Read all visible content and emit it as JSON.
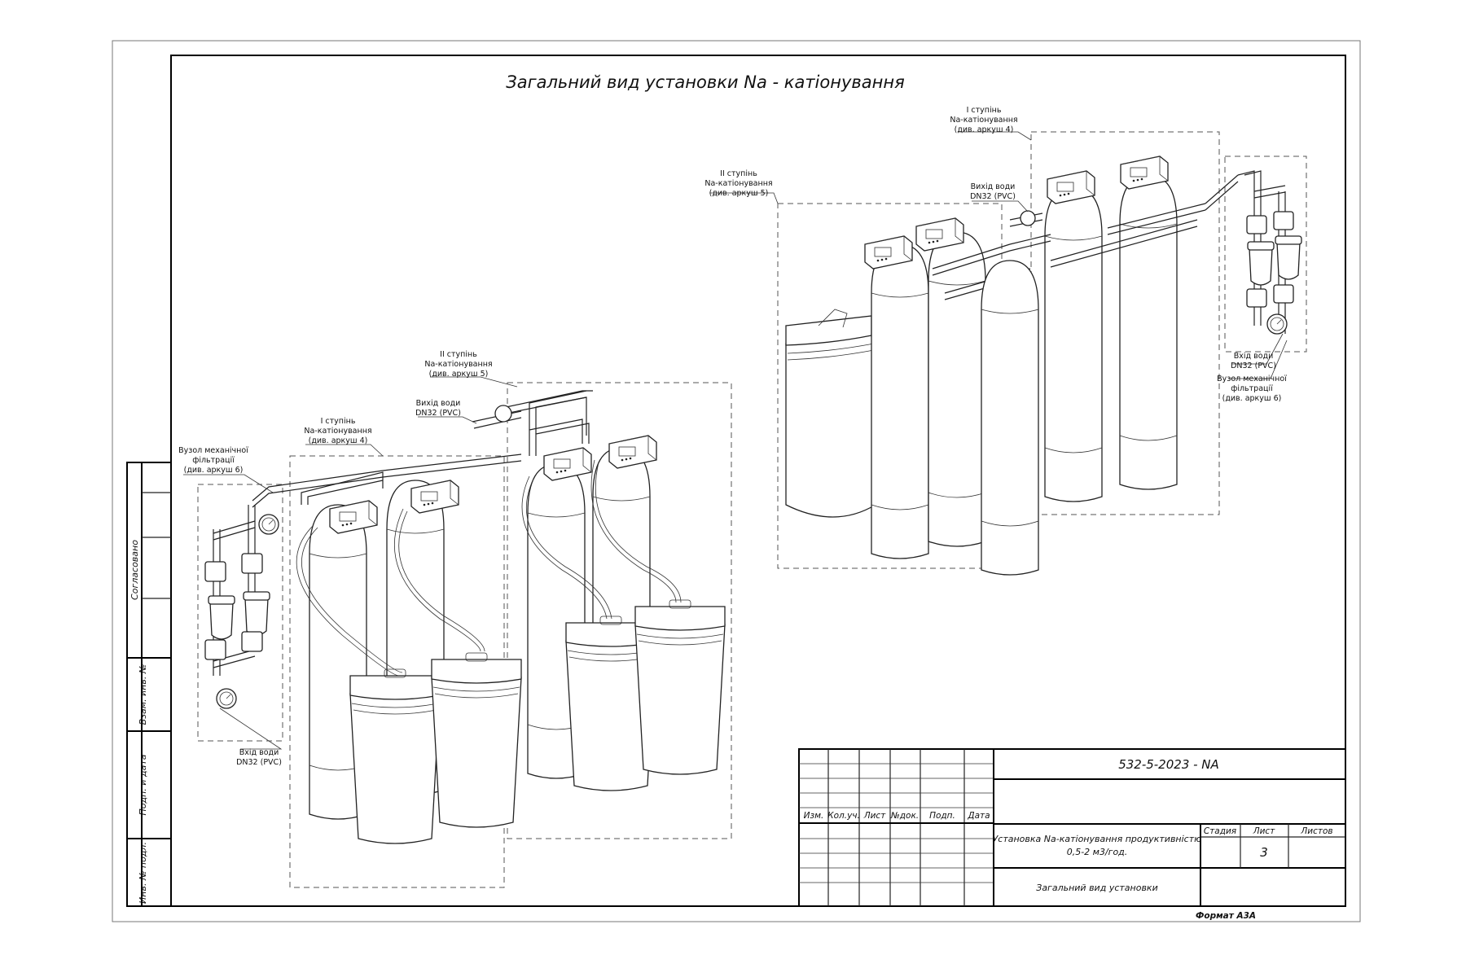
{
  "drawing_title": "Загальний вид установки Na - катіонування",
  "callouts": {
    "left_mech_filter": [
      "Вузол механічної",
      "фільтрації",
      "(див. аркуш 6)"
    ],
    "left_stage1": [
      "I ступінь",
      "Na-катіонування",
      "(див. аркуш 4)"
    ],
    "left_stage2": [
      "II ступінь",
      "Na-катіонування",
      "(див. аркуш 5)"
    ],
    "left_water_out": [
      "Вихід води",
      "DN32 (PVC)"
    ],
    "left_water_in": [
      "Вхід води",
      "DN32 (PVC)"
    ],
    "right_stage1": [
      "I ступінь",
      "Na-катіонування",
      "(див. аркуш 4)"
    ],
    "right_stage2": [
      "II ступінь",
      "Na-катіонування",
      "(див. аркуш 5)"
    ],
    "right_water_out": [
      "Вихід води",
      "DN32 (PVC)"
    ],
    "right_water_in": [
      "Вхід води",
      "DN32 (PVC)"
    ],
    "right_mech_filter": [
      "Вузол механічної",
      "фільтрації",
      "(див. аркуш 6)"
    ]
  },
  "side_stamp": {
    "agreed": "Согласовано",
    "replace_inv": "Взам. инв. №",
    "sign_date": "Подп. и дата",
    "inv_original": "Инв. № подл."
  },
  "title_block": {
    "doc_code": "532-5-2023 - NA",
    "headers": [
      "Изм.",
      "Кол.уч.",
      "Лист",
      "№док.",
      "Подп.",
      "Дата"
    ],
    "description_line1": "Установка Na-катіонування продуктивністю",
    "description_line2": "0,5-2 м3/год.",
    "sheet_title": "Загальний вид установки",
    "stage_label": "Стадия",
    "sheet_label": "Лист",
    "sheets_label": "Листов",
    "sheet_number": "3",
    "format": "Формат А3А"
  }
}
